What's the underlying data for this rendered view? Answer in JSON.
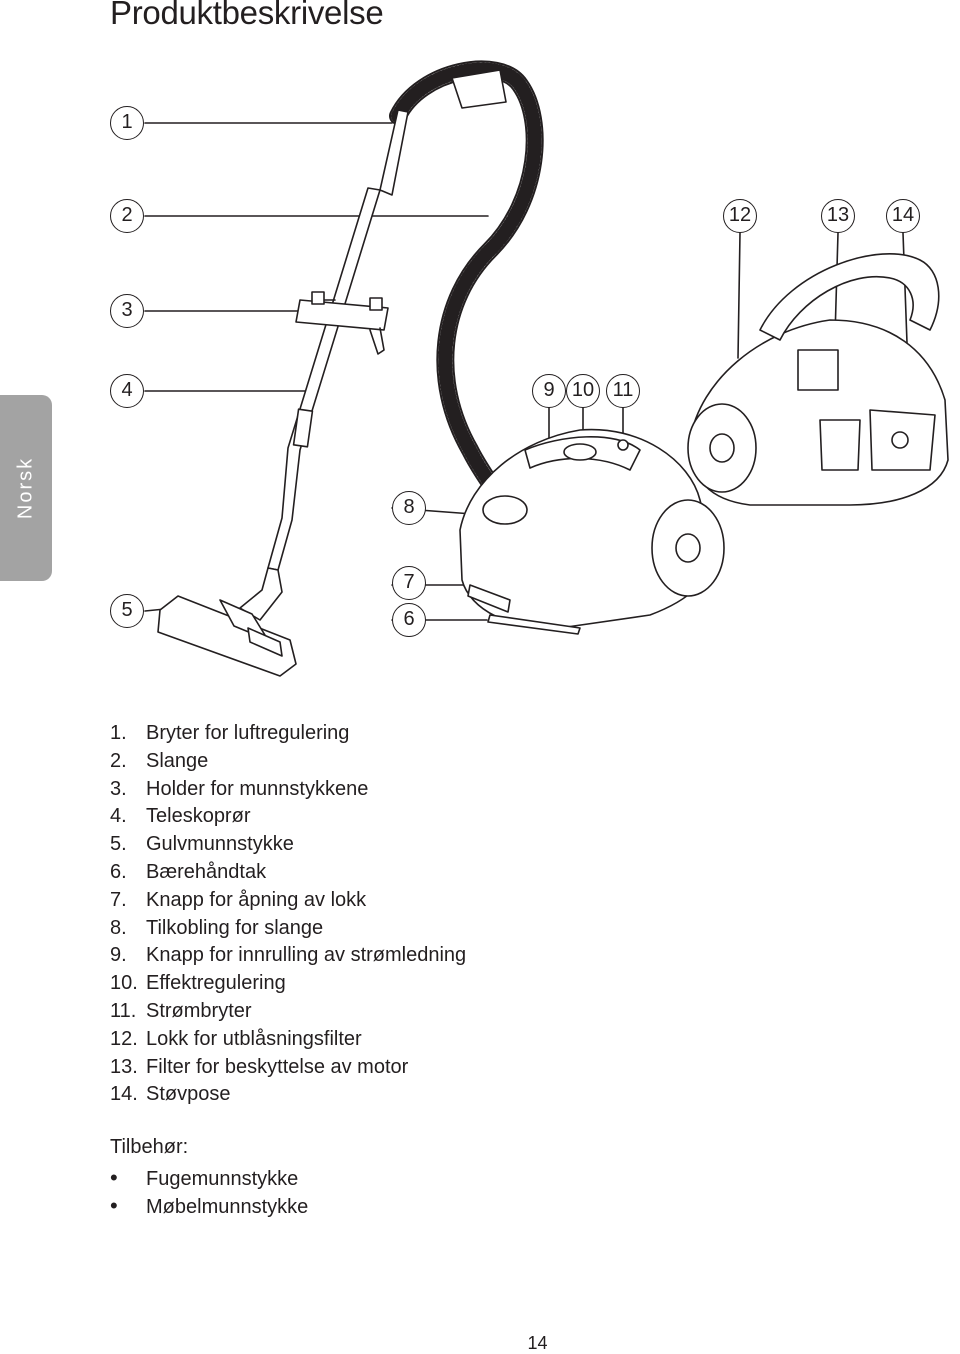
{
  "page": {
    "title": "Produktbeskrivelse",
    "side_tab": "Norsk",
    "page_number": "14"
  },
  "callouts": [
    "1",
    "2",
    "3",
    "4",
    "5",
    "6",
    "7",
    "8",
    "9",
    "10",
    "11",
    "12",
    "13",
    "14"
  ],
  "parts": [
    {
      "num": "1.",
      "label": "Bryter for luftregulering"
    },
    {
      "num": "2.",
      "label": "Slange"
    },
    {
      "num": "3.",
      "label": "Holder for munnstykkene"
    },
    {
      "num": "4.",
      "label": "Teleskoprør"
    },
    {
      "num": "5.",
      "label": "Gulvmunnstykke"
    },
    {
      "num": "6.",
      "label": "Bærehåndtak"
    },
    {
      "num": "7.",
      "label": "Knapp for åpning av lokk"
    },
    {
      "num": "8.",
      "label": "Tilkobling for slange"
    },
    {
      "num": "9.",
      "label": "Knapp for innrulling av strømledning"
    },
    {
      "num": "10.",
      "label": "Effektregulering"
    },
    {
      "num": "11.",
      "label": "Strømbryter"
    },
    {
      "num": "12.",
      "label": "Lokk for utblåsningsfilter"
    },
    {
      "num": "13.",
      "label": "Filter for beskyttelse av motor"
    },
    {
      "num": "14.",
      "label": "Støvpose"
    }
  ],
  "accessories": {
    "title": "Tilbehør:",
    "bullet": "•",
    "items": [
      "Fugemunnstykke",
      "Møbelmunnstykke"
    ]
  }
}
